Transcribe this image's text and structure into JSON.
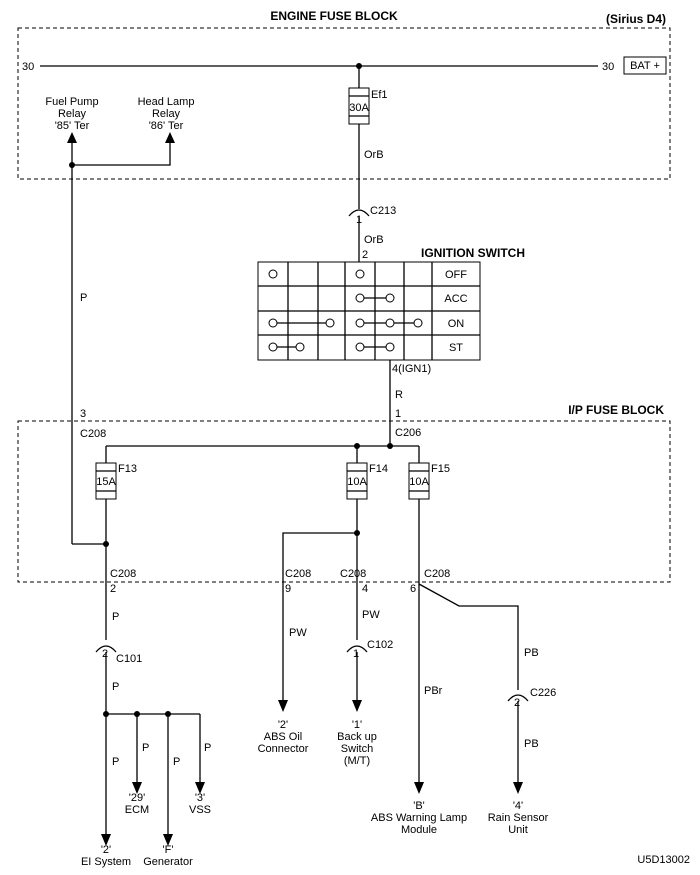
{
  "model": "(Sirius D4)",
  "footer_code": "U5D13002",
  "blocks": {
    "engine_fuse_block": "ENGINE FUSE BLOCK",
    "ip_fuse_block": "I/P FUSE BLOCK"
  },
  "bus": {
    "left": "30",
    "right": "30",
    "battery": "BAT +"
  },
  "fuses": {
    "ef1": {
      "name": "Ef1",
      "rating": "30A"
    },
    "f13": {
      "name": "F13",
      "rating": "15A"
    },
    "f14": {
      "name": "F14",
      "rating": "10A"
    },
    "f15": {
      "name": "F15",
      "rating": "10A"
    }
  },
  "relays": {
    "fuel_pump": {
      "line1": "Fuel Pump",
      "line2": "Relay",
      "line3": "'85' Ter"
    },
    "head_lamp": {
      "line1": "Head Lamp",
      "line2": "Relay",
      "line3": "'86' Ter"
    }
  },
  "wires": {
    "orb": "OrB",
    "p": "P",
    "r": "R",
    "pw": "PW",
    "pb": "PB",
    "pbr": "PBr"
  },
  "connectors": {
    "c213": {
      "name": "C213",
      "pin": "1"
    },
    "c208_left": {
      "name": "C208",
      "pin": "3"
    },
    "c206": {
      "name": "C206",
      "pin": "1"
    },
    "c208_f13": {
      "name": "C208",
      "pin": "2"
    },
    "c208_abs_oil": {
      "name": "C208",
      "pin": "9"
    },
    "c208_backup": {
      "name": "C208",
      "pin": "4"
    },
    "c208_f15": {
      "name": "C208",
      "pin": "6"
    },
    "c101": {
      "name": "C101",
      "pin": "2"
    },
    "c102": {
      "name": "C102",
      "pin": "1"
    },
    "c226": {
      "name": "C226",
      "pin": "2"
    }
  },
  "ignition": {
    "title": "IGNITION SWITCH",
    "input_pin": "2",
    "output_pin": "4(IGN1)",
    "positions": [
      "OFF",
      "ACC",
      "ON",
      "ST"
    ]
  },
  "destinations": {
    "ei_system": {
      "pin": "'2'",
      "label": "EI System"
    },
    "ecm": {
      "pin": "'29'",
      "label": "ECM"
    },
    "generator": {
      "pin": "'F'",
      "label": "Generator"
    },
    "vss": {
      "pin": "'3'",
      "label": "VSS"
    },
    "abs_oil": {
      "pin": "'2'",
      "line1": "ABS Oil",
      "line2": "Connector"
    },
    "backup_switch": {
      "pin": "'1'",
      "line1": "Back up",
      "line2": "Switch",
      "line3": "(M/T)"
    },
    "abs_warning": {
      "pin": "'B'",
      "line1": "ABS Warning Lamp",
      "line2": "Module"
    },
    "rain_sensor": {
      "pin": "'4'",
      "line1": "Rain Sensor",
      "line2": "Unit"
    }
  }
}
